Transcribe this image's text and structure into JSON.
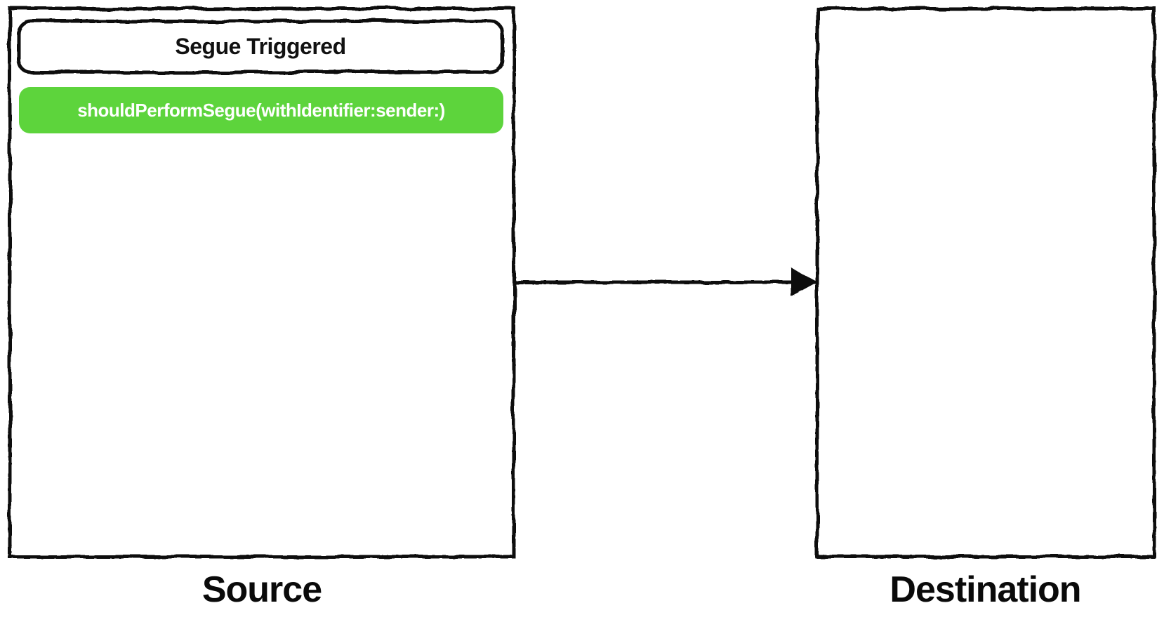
{
  "diagram": {
    "source": {
      "caption": "Source",
      "title": "Segue Triggered",
      "method": "shouldPerformSegue(withIdentifier:sender:)"
    },
    "destination": {
      "caption": "Destination"
    },
    "arrow": {
      "from": "source-box",
      "to": "destination-box"
    },
    "colors": {
      "method_pill_green": "#5dd43c",
      "method_text_white": "#ffffff",
      "ink_black": "#111111",
      "background": "#ffffff"
    }
  }
}
